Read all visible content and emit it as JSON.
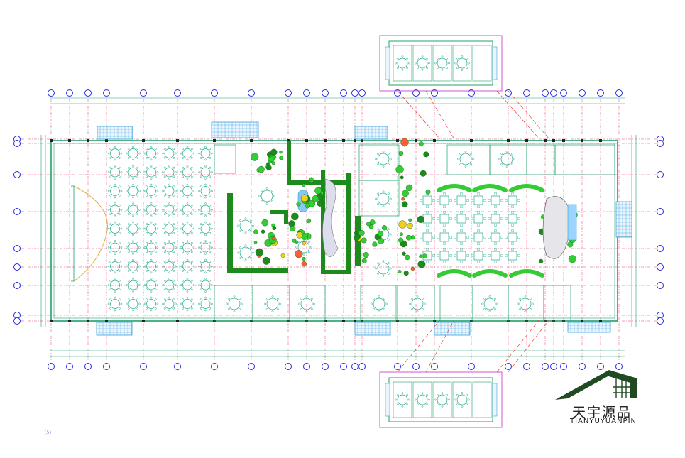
{
  "brand": {
    "name_cn": "天宇源品",
    "name_en": "TIANYUYUANPIN"
  },
  "colors": {
    "axis": "#2a2ae0",
    "grid": "#e23a6a",
    "wall": "#20a06a",
    "table": "#1aa88a",
    "plant_dark": "#1d8a1d",
    "plant_light": "#33cc33",
    "flower": "#ff5a3a",
    "flower_yellow": "#f2d01a",
    "window": "#3a9ed8",
    "annex": "#cc44cc",
    "logo": "#1f4a22"
  },
  "sheet_note": "(5)"
}
